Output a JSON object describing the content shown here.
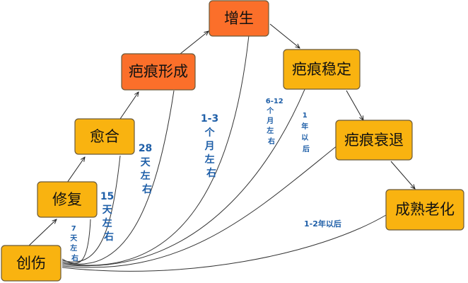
{
  "nodes": {
    "trauma": "创伤",
    "repair": "修复",
    "healing": "愈合",
    "scar_formation": "疤痕形成",
    "proliferation": "增生",
    "scar_stable": "疤痕稳定",
    "scar_regression": "疤痕衰退",
    "mature_aging": "成熟老化"
  },
  "durations": {
    "to_repair": {
      "num": "7",
      "chars": [
        "天",
        "左",
        "右"
      ]
    },
    "to_healing": {
      "num": "15",
      "chars": [
        "天",
        "左",
        "右"
      ]
    },
    "to_scar_formation": {
      "num": "28",
      "chars": [
        "天",
        "左",
        "右"
      ]
    },
    "to_proliferation": {
      "num": "1-3",
      "chars": [
        "个",
        "月",
        "左",
        "右"
      ]
    },
    "to_scar_stable": {
      "num": "6-12",
      "chars": [
        "个",
        "月",
        "左",
        "右"
      ]
    },
    "to_scar_regression": {
      "num": "1",
      "chars": [
        "年",
        "以",
        "后"
      ]
    },
    "to_mature_aging": "1-2年以后"
  },
  "colors": {
    "node_yellow": "#f9b310",
    "node_orange": "#fb6f2a",
    "label_blue": "#1f5fa8",
    "line": "#222222"
  }
}
